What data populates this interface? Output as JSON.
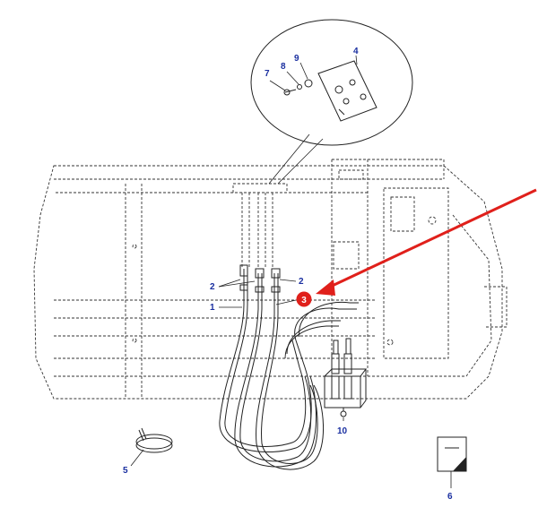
{
  "callouts": {
    "c1": "1",
    "c2a": "2",
    "c2b": "2",
    "c3": "3",
    "c4": "4",
    "c5": "5",
    "c6": "6",
    "c7": "7",
    "c8": "8",
    "c9": "9",
    "c10": "10"
  },
  "colors": {
    "callout_text": "#1a2fa0",
    "highlight_marker": "#e0201b",
    "arrow": "#e0201b",
    "line": "#222222"
  }
}
